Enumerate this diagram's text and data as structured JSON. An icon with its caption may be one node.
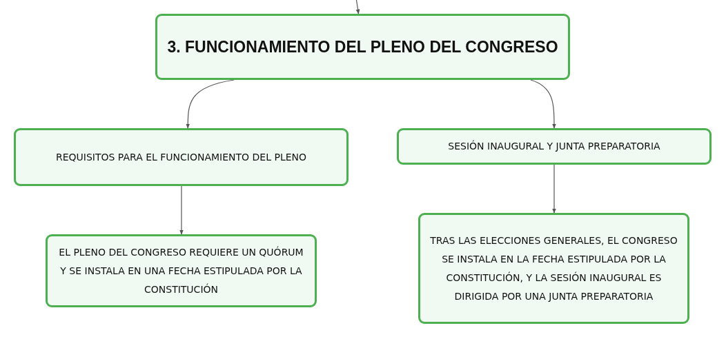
{
  "diagram": {
    "nodes": [
      {
        "text": [
          "3. FUNCIONAMIENTO DEL PLENO DEL CONGRESO"
        ]
      },
      {
        "text": [
          "REQUISITOS PARA EL FUNCIONAMIENTO DEL PLENO"
        ]
      },
      {
        "text": [
          "SESIÓN INAUGURAL Y JUNTA PREPARATORIA"
        ]
      },
      {
        "text": [
          "EL PLENO DEL CONGRESO REQUIERE UN QUÓRUM Y SE INSTALA EN UNA FECHA ESTIPULADA POR LA CONSTITUCIÓN"
        ]
      },
      {
        "text": [
          "TRAS LAS ELECCIONES GENERALES, EL CONGRESO SE INSTALA EN LA FECHA ESTIPULADA POR LA CONSTITUCIÓN, Y LA SESIÓN INAUGURAL ES DIRIGIDA POR UNA JUNTA PREPARATORIA"
        ]
      }
    ],
    "edges": [
      {
        "from": null,
        "to": 0,
        "arrow": "to"
      },
      {
        "from": 0,
        "to": 1,
        "arrow": "to"
      },
      {
        "from": 0,
        "to": 2,
        "arrow": "to"
      },
      {
        "from": 1,
        "to": 3,
        "arrow": "to"
      },
      {
        "from": 2,
        "to": 4,
        "arrow": "to"
      }
    ]
  }
}
